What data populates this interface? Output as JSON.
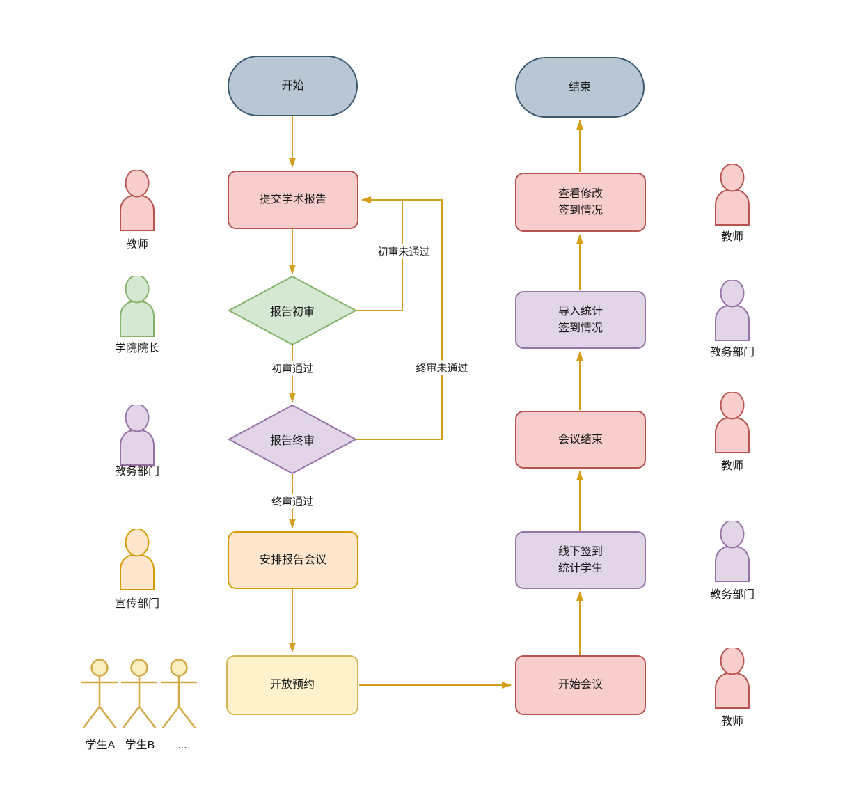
{
  "palette": {
    "red_fill": "#f8cecc",
    "red_stroke": "#b85450",
    "green_fill": "#d5e8d4",
    "green_stroke": "#82b366",
    "purple_fill": "#e1d5e7",
    "purple_stroke": "#9673a6",
    "orange_fill": "#ffe6cc",
    "orange_stroke": "#d79b00",
    "yellow_fill": "#fff2cc",
    "yellow_stroke": "#d6b656",
    "terminal_fill": "#b9c7d4",
    "terminal_stroke": "#3d5a73",
    "edge_color": "#d4a01c"
  },
  "nodes": {
    "start": {
      "label": "开始"
    },
    "submit_report": {
      "label": "提交学术报告"
    },
    "first_review": {
      "label": "报告初审"
    },
    "final_review": {
      "label": "报告终审"
    },
    "arrange_meeting": {
      "label": "安排报告会议"
    },
    "open_booking": {
      "label": "开放预约"
    },
    "start_meeting": {
      "label": "开始会议"
    },
    "offline_signin": {
      "line1": "线下签到",
      "line2": "统计学生"
    },
    "meeting_end": {
      "label": "会议结束"
    },
    "import_stats": {
      "line1": "导入统计",
      "line2": "签到情况"
    },
    "view_modify": {
      "line1": "查看修改",
      "line2": "签到情况"
    },
    "end": {
      "label": "结束"
    }
  },
  "edge_labels": {
    "first_review_fail": "初审未通过",
    "first_review_pass": "初审通过",
    "final_review_fail": "终审未通过",
    "final_review_pass": "终审通过"
  },
  "actors_left": [
    {
      "label": "教师",
      "color": "red"
    },
    {
      "label": "学院院长",
      "color": "green"
    },
    {
      "label": "教务部门",
      "color": "purple"
    },
    {
      "label": "宣传部门",
      "color": "orange"
    }
  ],
  "students": {
    "labels": [
      "学生A",
      "学生B",
      "..."
    ]
  },
  "actors_right": [
    {
      "label": "教师",
      "color": "red"
    },
    {
      "label": "教务部门",
      "color": "purple"
    },
    {
      "label": "教师",
      "color": "red"
    },
    {
      "label": "教务部门",
      "color": "purple"
    },
    {
      "label": "教师",
      "color": "red"
    }
  ]
}
